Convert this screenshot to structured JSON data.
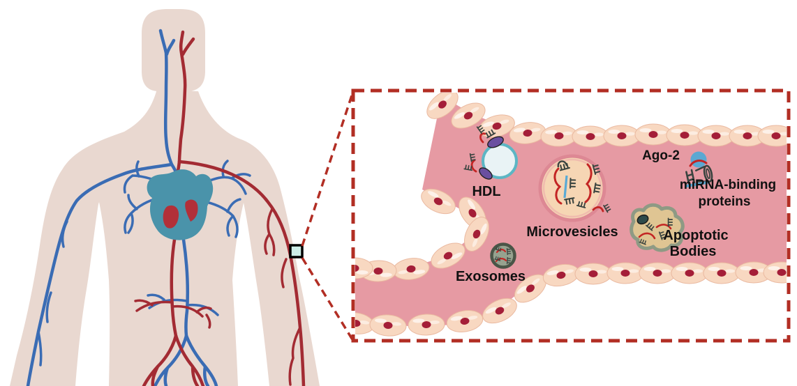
{
  "figure": {
    "description_labels": {},
    "icons": {
      "body": "human-torso-silhouette-icon",
      "veins": "venous-tree-icon",
      "arteries": "arterial-tree-icon",
      "heart": "heart-icon",
      "marker": "sampling-site-square-marker",
      "callout": "dashed-callout-lines"
    }
  },
  "inset": {
    "items": [
      {
        "id": "hdl",
        "label": "HDL",
        "icon": "hdl-particle-icon"
      },
      {
        "id": "microvesicles",
        "label": "Microvesicles",
        "icon": "microvesicle-icon"
      },
      {
        "id": "ago2",
        "label": "Ago-2",
        "icon": "ago2-protein-icon"
      },
      {
        "id": "mirna_binding",
        "label_line1": "miRNA-binding",
        "label_line2": "proteins",
        "icon": "mirna-binding-protein-icon"
      },
      {
        "id": "apoptotic",
        "label_line1": "Apoptotic",
        "label_line2": "Bodies",
        "icon": "apoptotic-body-icon"
      },
      {
        "id": "exosomes",
        "label": "Exosomes",
        "icon": "exosome-icon"
      }
    ]
  },
  "colors": {
    "body": "#e9d8d0",
    "vein": "#3a6cb4",
    "artery": "#a32b33",
    "heart": "#4a93aa",
    "heart_valve": "#b23039",
    "lumen": "#e69aa3",
    "cell_fill": "#f8d8c1",
    "cell_edge": "#eab9a0",
    "nucleus": "#a41e38",
    "box_border": "#b22e24",
    "marker_fill": "#cdeee8",
    "hdl_fill": "#e9f3f5",
    "hdl_border": "#5cb6c4",
    "protein_purple": "#6a4fa0",
    "mv_ring": "#dd8894",
    "mv_fill": "#f6d6b4",
    "mv_rim": "#f0bcae",
    "rna_dark": "#39433f",
    "rna_red": "#c32524",
    "rna_blue": "#58aad6",
    "ago_blue": "#5ba8d2",
    "apo_fill": "#dfc593",
    "apo_border": "#8e9a84",
    "apo_nucleus": "#2e4a4a",
    "exo_fill": "#96a28f",
    "exo_border": "#4a5547",
    "label": "#111111"
  }
}
